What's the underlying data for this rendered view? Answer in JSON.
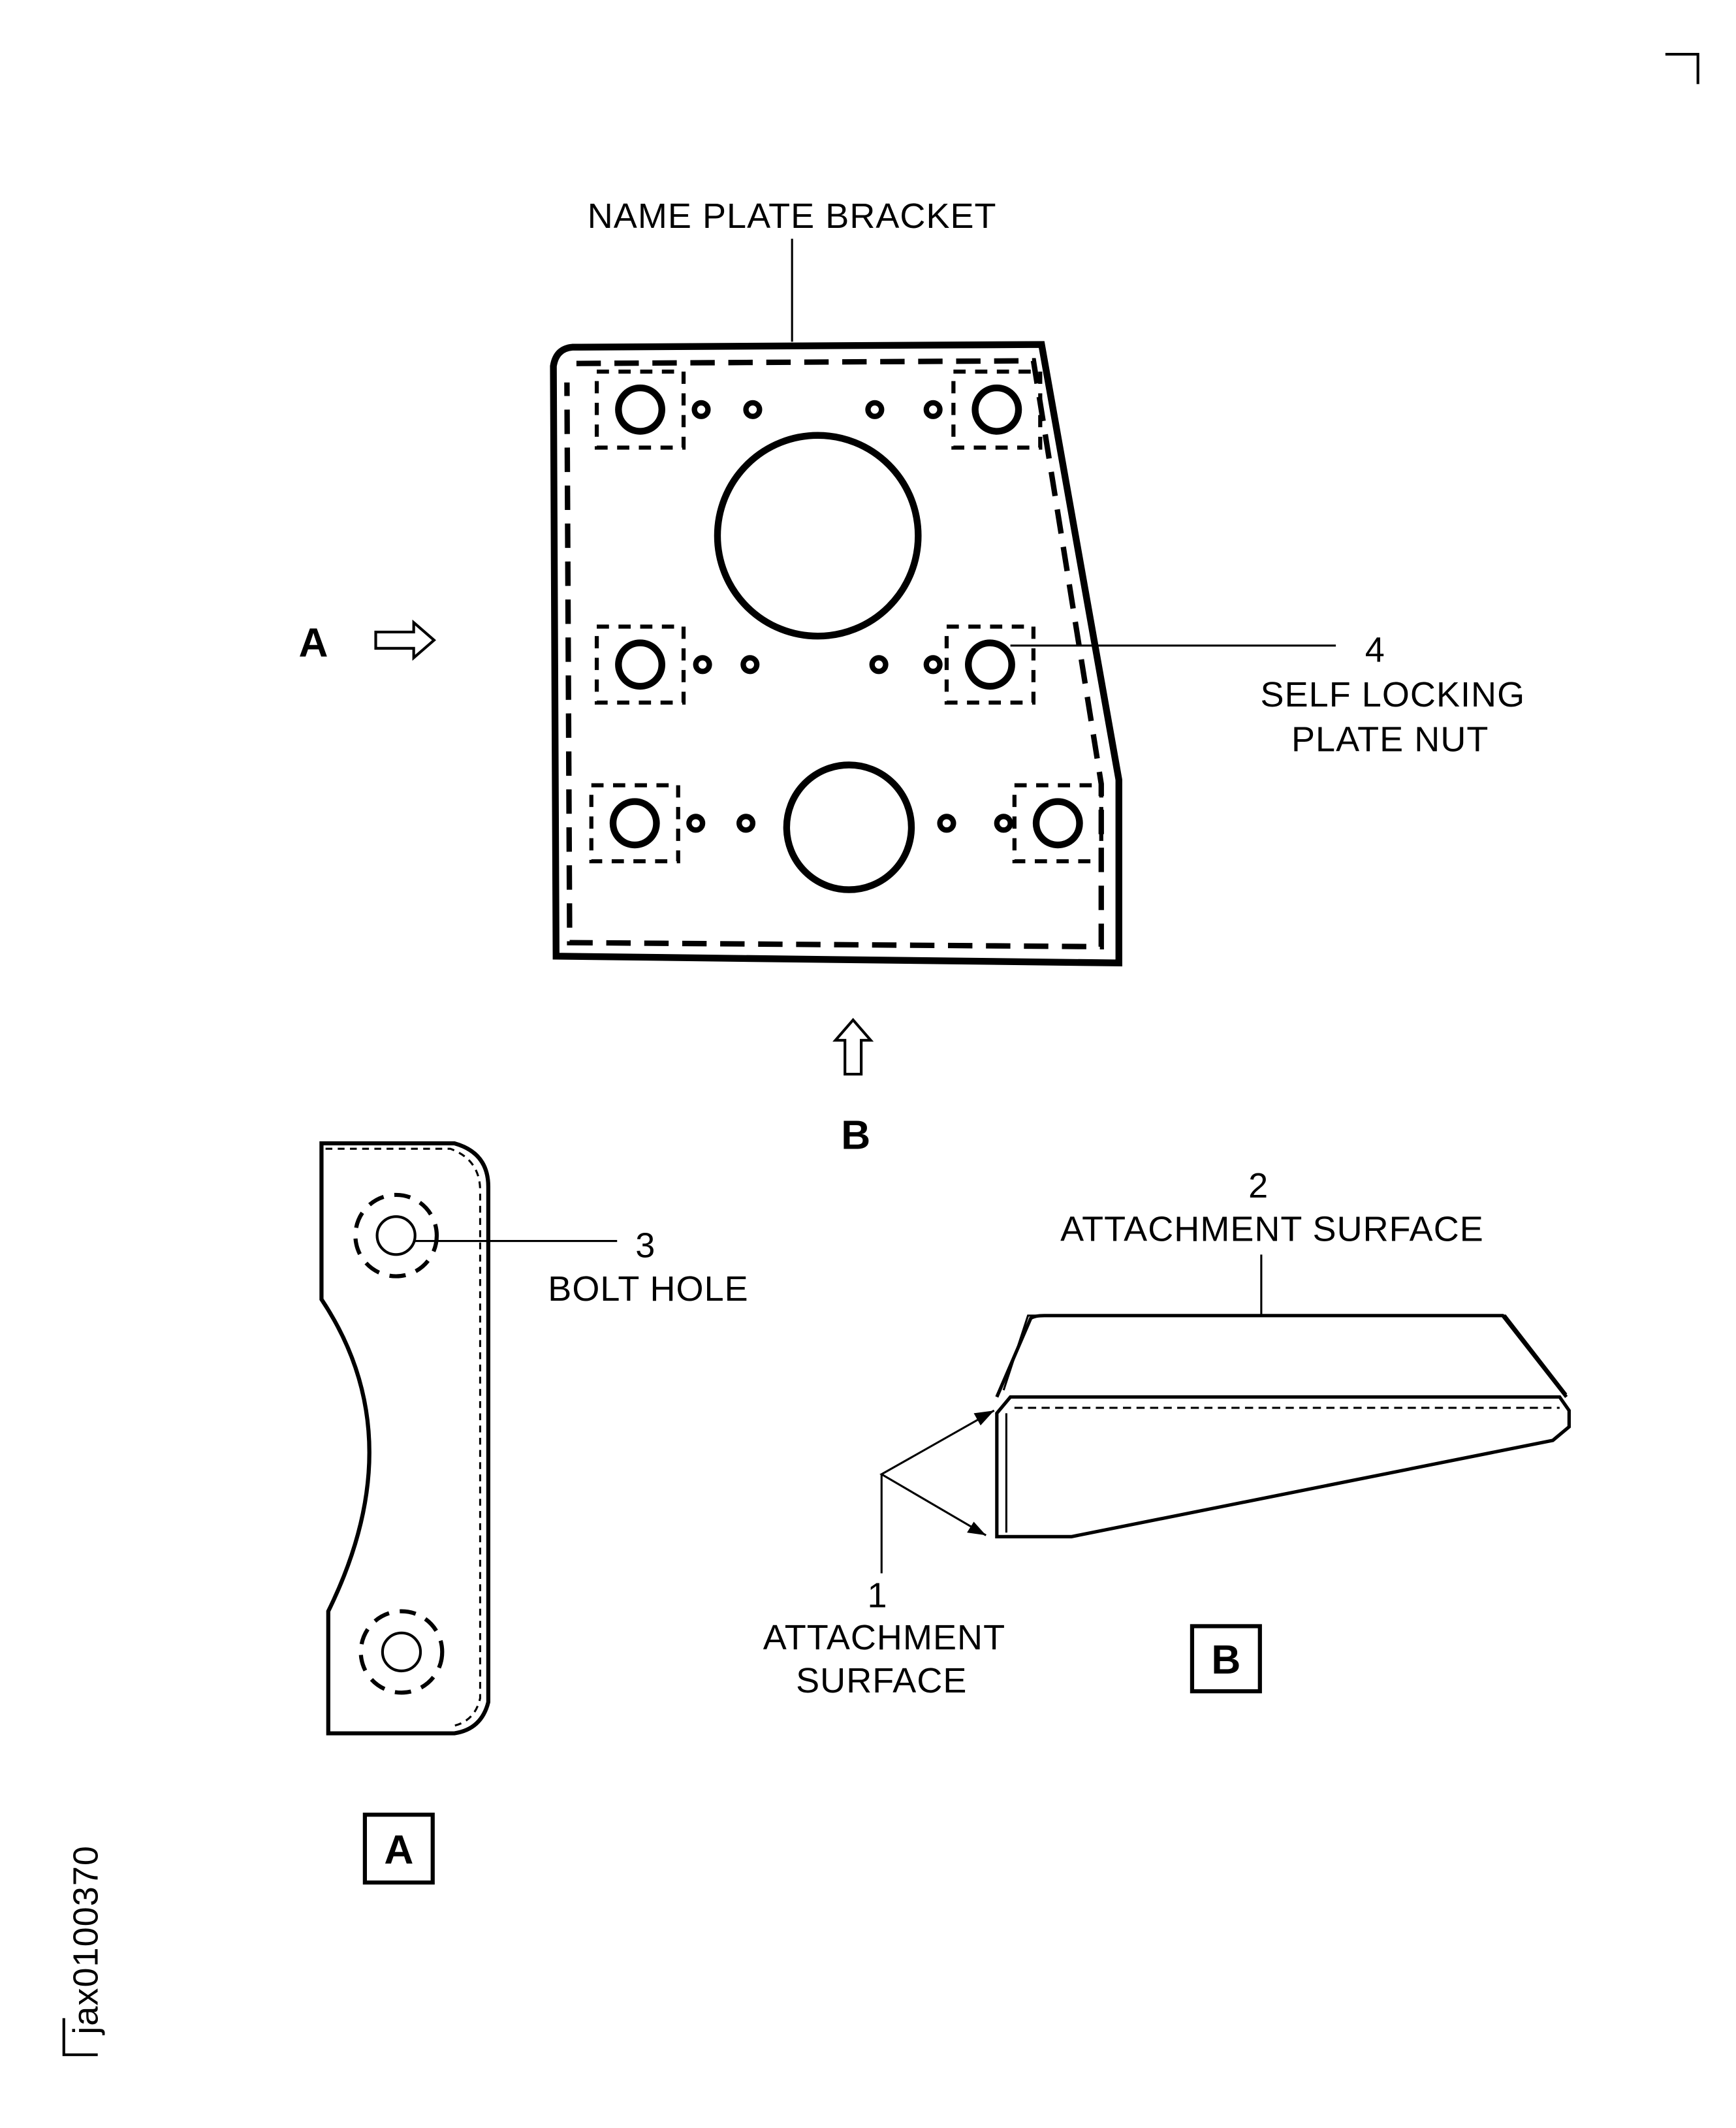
{
  "labels": {
    "name_plate_bracket": "NAME  PLATE  BRACKET",
    "view_a_arrow": "A",
    "view_b_arrow": "B",
    "item4_number": "4",
    "item4_line1": "SELF  LOCKING",
    "item4_line2": "PLATE  NUT",
    "item3_number": "3",
    "item3_text": "BOLT  HOLE",
    "item2_number": "2",
    "item2_text": "ATTACHMENT  SURFACE",
    "item1_number": "1",
    "item1_line1": "ATTACHMENT",
    "item1_line2": "SURFACE",
    "view_a_box": "A",
    "view_b_box": "B"
  },
  "figure_id": "jax0100370"
}
